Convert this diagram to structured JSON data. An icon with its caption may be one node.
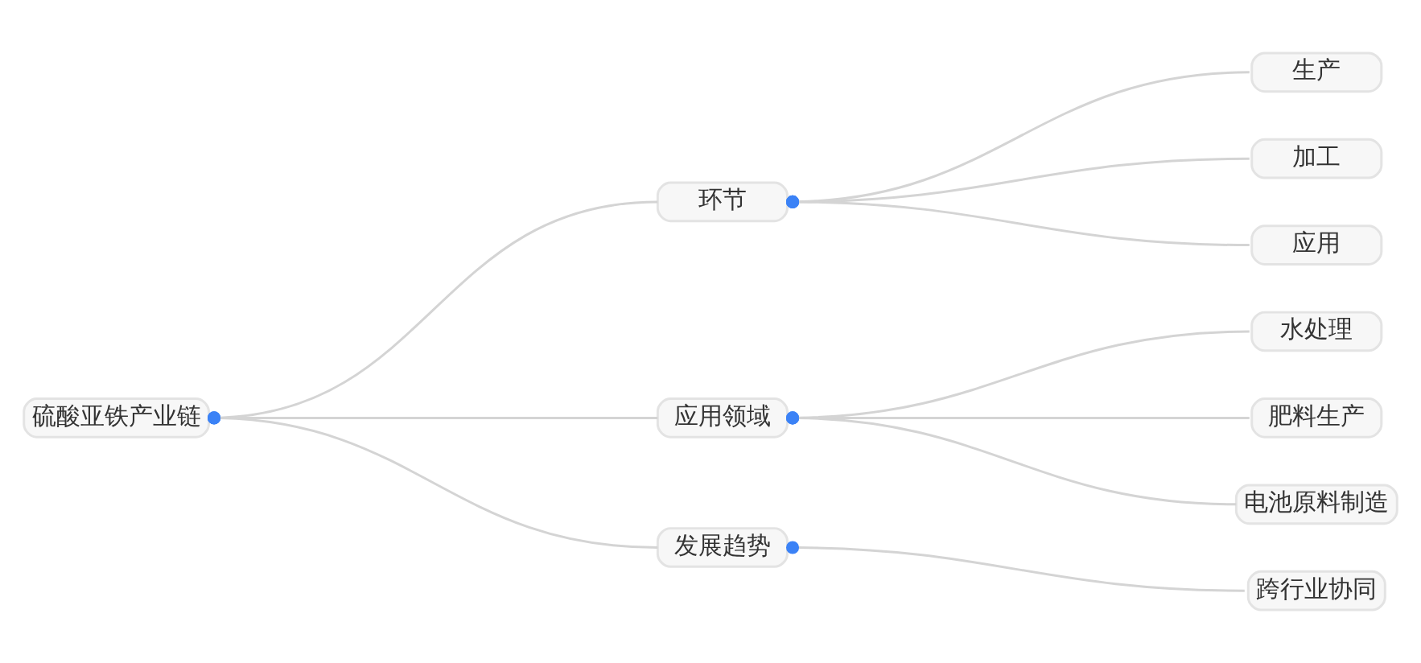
{
  "diagram": {
    "nodes": [
      {
        "text": [
          "硫酸亚铁产业链"
        ]
      },
      {
        "text": [
          "环节"
        ]
      },
      {
        "text": [
          "应用领域"
        ]
      },
      {
        "text": [
          "发展趋势"
        ]
      },
      {
        "text": [
          "生产"
        ]
      },
      {
        "text": [
          "加工"
        ]
      },
      {
        "text": [
          "应用"
        ]
      },
      {
        "text": [
          "水处理"
        ]
      },
      {
        "text": [
          "肥料生产"
        ]
      },
      {
        "text": [
          "电池原料制造"
        ]
      },
      {
        "text": [
          "跨行业协同"
        ]
      }
    ],
    "edges": [
      {
        "from": 0,
        "to": 1,
        "arrow": "other"
      },
      {
        "from": 0,
        "to": 2,
        "arrow": "other"
      },
      {
        "from": 0,
        "to": 3,
        "arrow": "other"
      },
      {
        "from": 1,
        "to": 4,
        "arrow": "other"
      },
      {
        "from": 1,
        "to": 5,
        "arrow": "other"
      },
      {
        "from": 1,
        "to": 6,
        "arrow": "other"
      },
      {
        "from": 2,
        "to": 7,
        "arrow": "other"
      },
      {
        "from": 2,
        "to": 8,
        "arrow": "other"
      },
      {
        "from": 2,
        "to": 9,
        "arrow": "other"
      },
      {
        "from": 3,
        "to": 10,
        "arrow": "other"
      }
    ]
  }
}
